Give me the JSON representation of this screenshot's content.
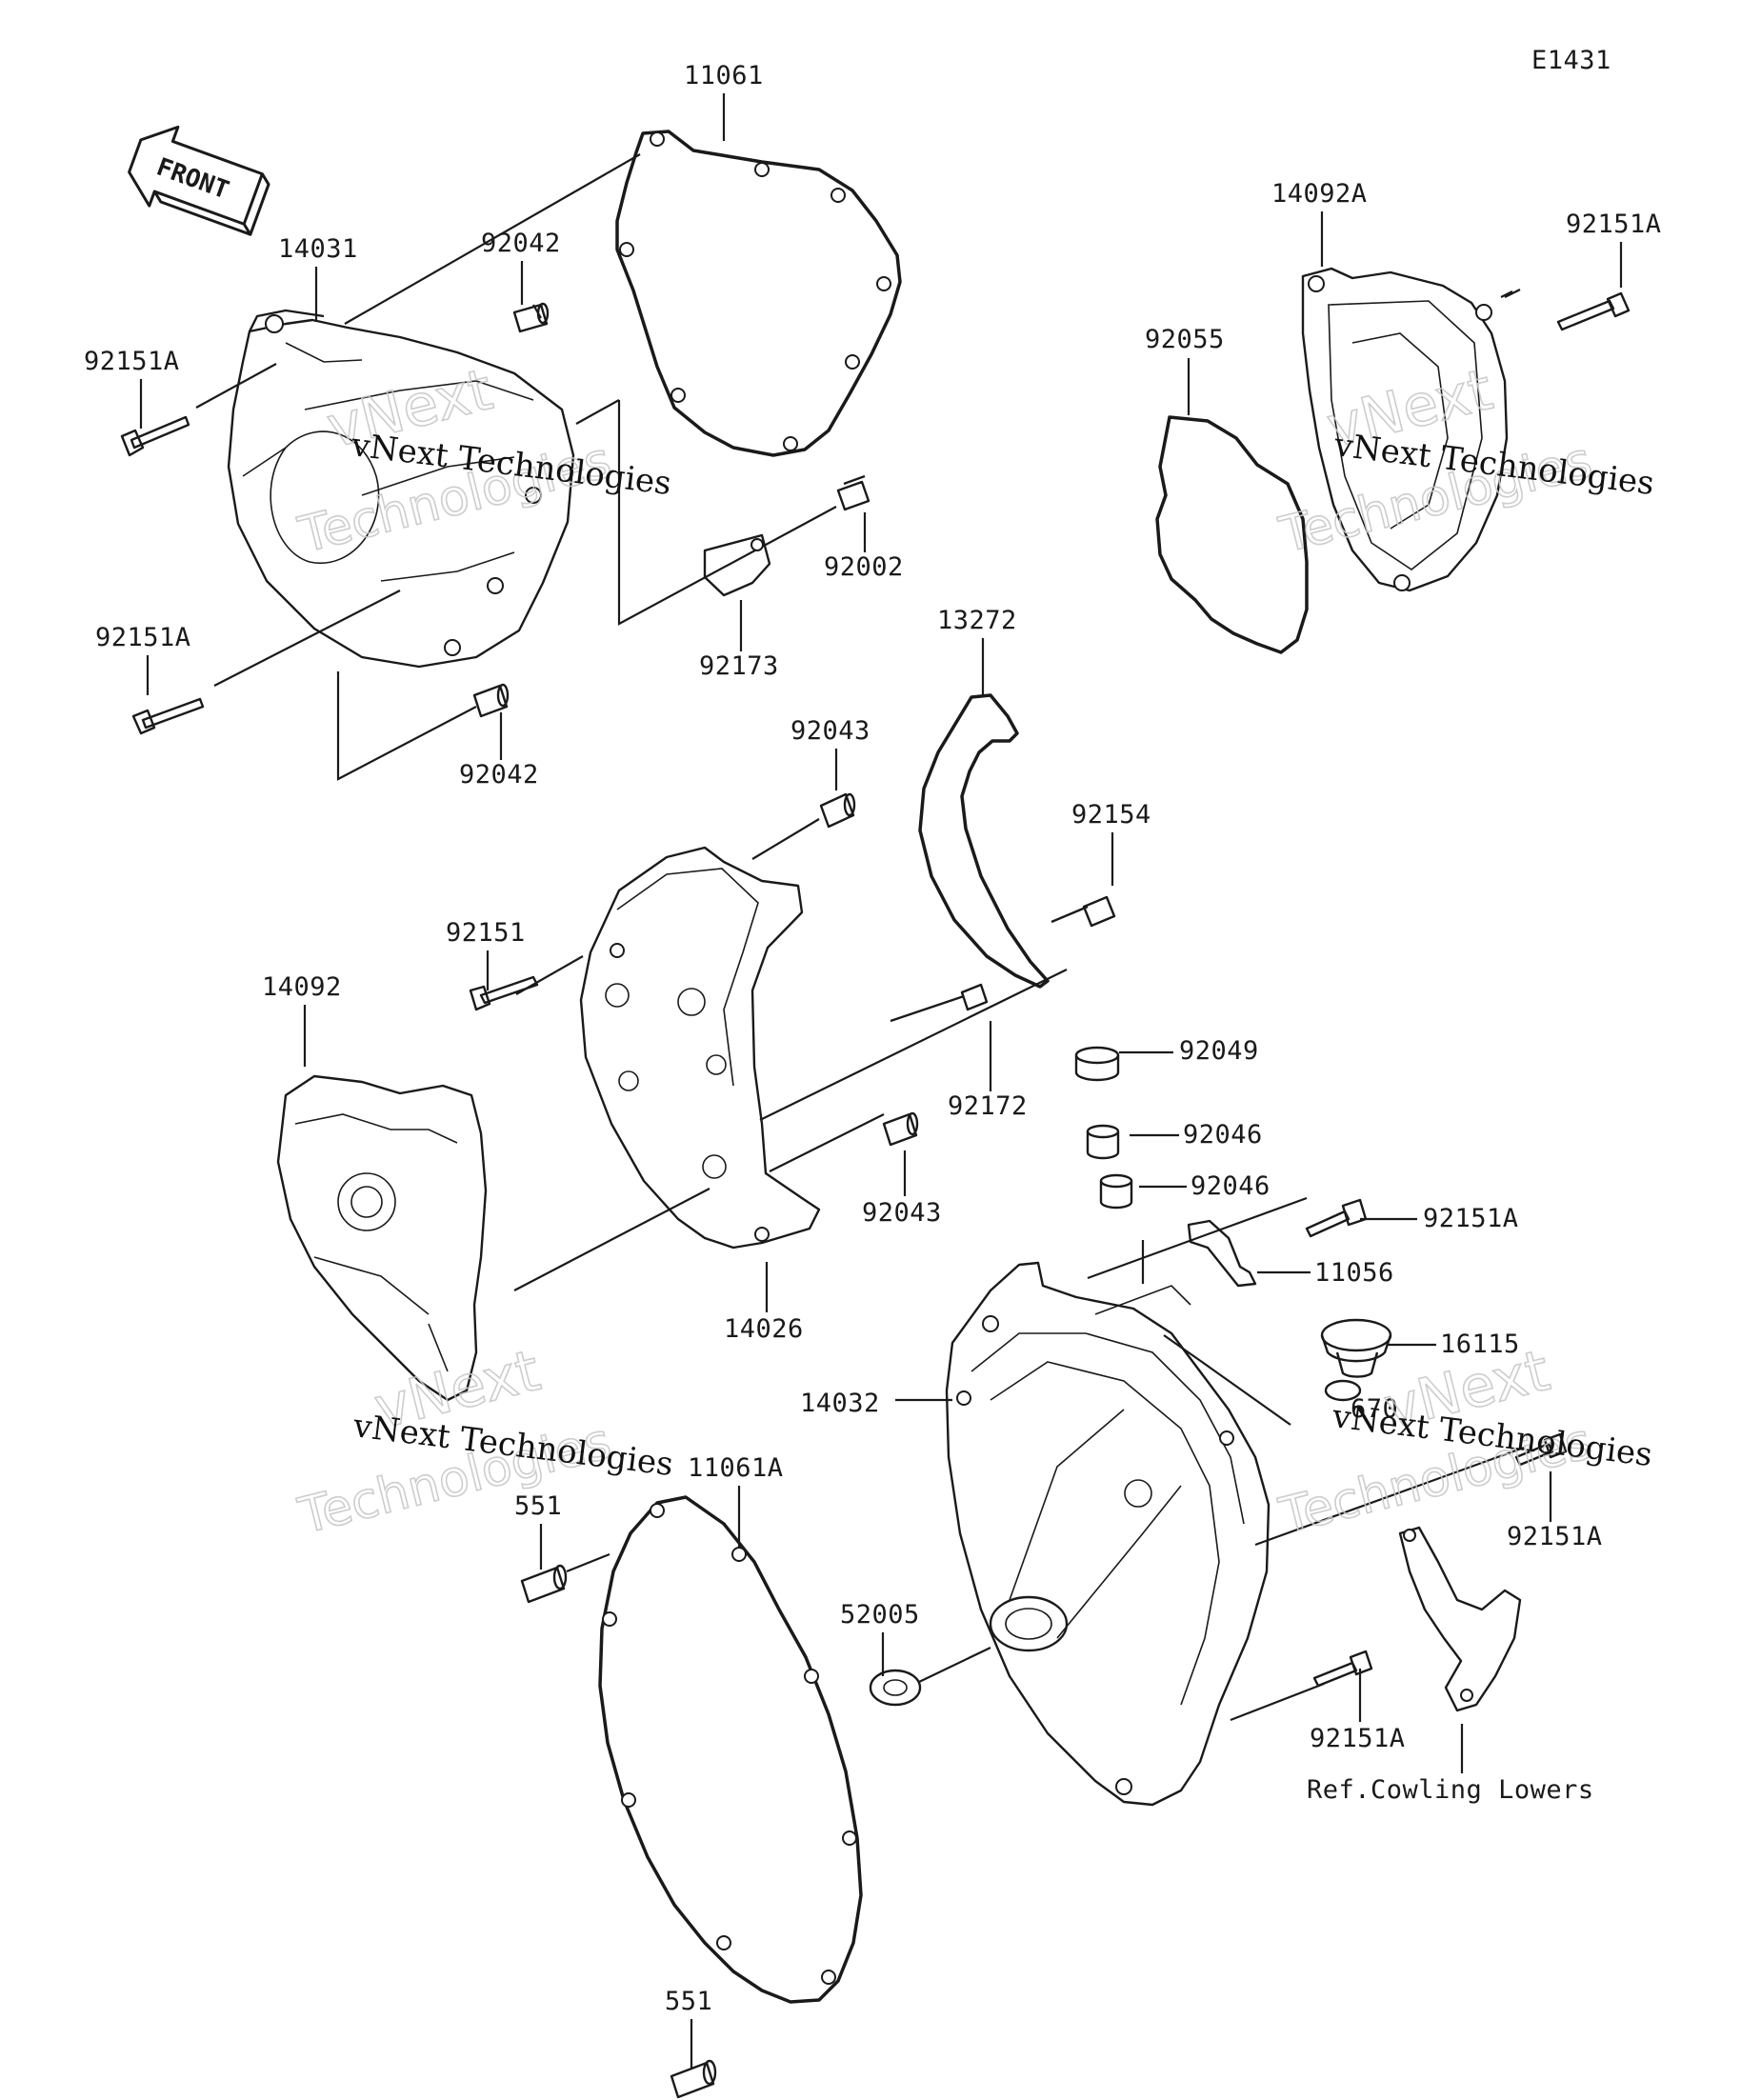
{
  "diagram_id": "E1431",
  "front_label": "FRONT",
  "parts": {
    "p11061": "11061",
    "p14031": "14031",
    "p92042_top": "92042",
    "p92151A_1": "92151A",
    "p92002": "92002",
    "p92173": "92173",
    "p92151A_2": "92151A",
    "p92042_bot": "92042",
    "p14092A": "14092A",
    "p92151A_3": "92151A",
    "p92055": "92055",
    "p13272": "13272",
    "p92043_top": "92043",
    "p92154": "92154",
    "p92151": "92151",
    "p14092": "14092",
    "p92172": "92172",
    "p92049": "92049",
    "p92046_1": "92046",
    "p92046_2": "92046",
    "p92043_bot": "92043",
    "p14026": "14026",
    "p92151A_4": "92151A",
    "p11056": "11056",
    "p16115": "16115",
    "p14032": "14032",
    "p670": "670",
    "p92151A_5": "92151A",
    "p11061A": "11061A",
    "p551_top": "551",
    "p52005": "52005",
    "p92151A_6": "92151A",
    "ref_cowling": "Ref.Cowling Lowers",
    "p551_bot": "551"
  },
  "watermark": {
    "line1": "vNext Technologies",
    "line2": "vNext",
    "line3": "Technologies"
  }
}
